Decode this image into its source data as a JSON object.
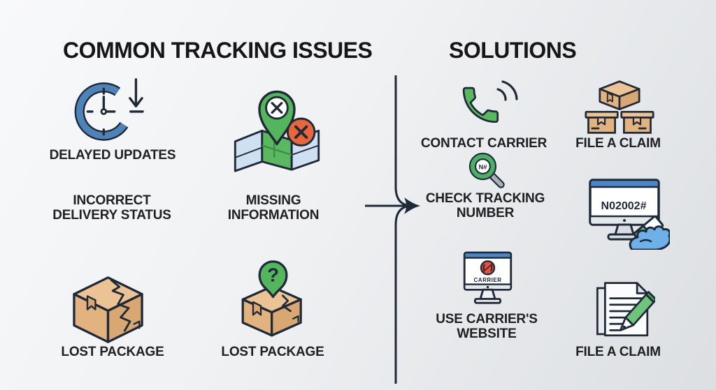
{
  "header": {
    "issues_title": "COMMON TRACKING ISSUES",
    "solutions_title": "SOLUTIONS"
  },
  "issues": {
    "delayed_updates": "DELAYED UPDATES",
    "incorrect_delivery_status": "INCORRECT\nDELIVERY STATUS",
    "missing_information": "MISSING\nINFORMATION",
    "lost_package_damaged": "LOST PACKAGE",
    "lost_package_question": "LOST PACKAGE"
  },
  "solutions": {
    "contact_carrier": "CONTACT CARRIER",
    "file_a_claim_boxes": "FILE A CLAIM",
    "check_tracking_number": "CHECK TRACKING\nNUMBER",
    "use_carriers_website": "USE CARRIER'S\nWEBSITE",
    "file_a_claim_document": "FILE A CLAIM"
  },
  "icon_texts": {
    "magnifier_code": "N#",
    "monitor_tracking_code": "N02002#",
    "carrier_logo_label": "CARRIER",
    "question_mark": "?"
  },
  "colors": {
    "background_start": "#f8f9fa",
    "background_end": "#dcdfe2",
    "accent_green": "#53b65c",
    "accent_blue": "#4d83b8",
    "accent_orange": "#e8663c",
    "box_tan": "#e2b27f",
    "map_panel_blue": "#cfe0f2",
    "monitor_bar_blue": "#4a86c8",
    "hand_blue": "#6db1e8",
    "carrier_logo_red": "#d95548",
    "outline": "#1f2937",
    "text": "#202022"
  }
}
